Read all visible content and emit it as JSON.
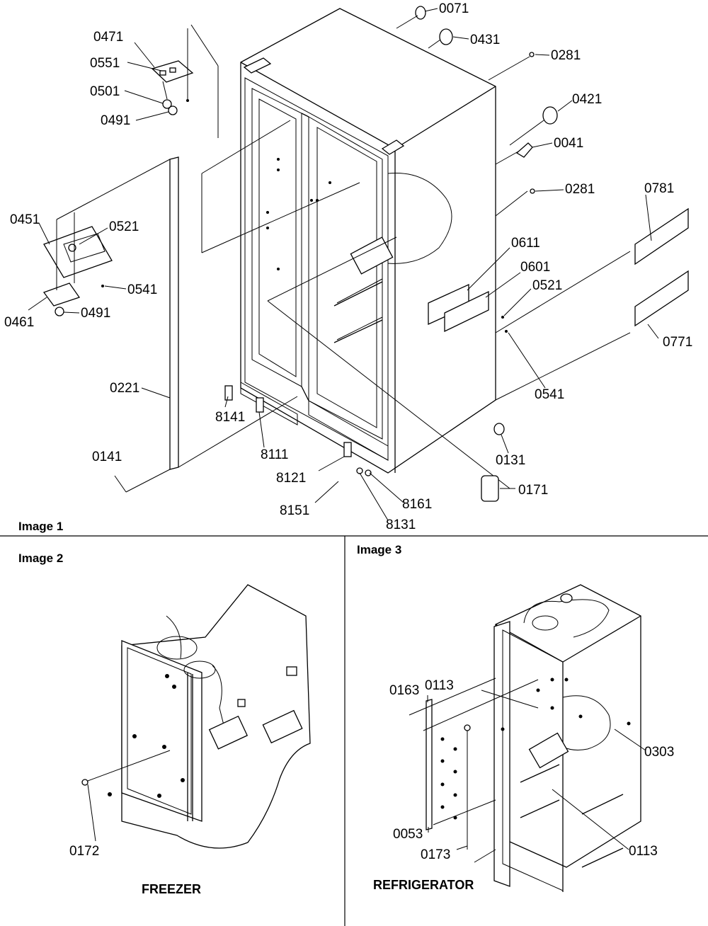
{
  "panels": {
    "image1": {
      "label": "Image 1"
    },
    "image2": {
      "label": "Image 2",
      "caption": "FREEZER"
    },
    "image3": {
      "label": "Image 3",
      "caption": "REFRIGERATOR"
    }
  },
  "callouts": {
    "c0071": "0071",
    "c0431": "0431",
    "c0281a": "0281",
    "c0421": "0421",
    "c0041": "0041",
    "c0281b": "0281",
    "c0781": "0781",
    "c0611": "0611",
    "c0601": "0601",
    "c0521b": "0521",
    "c0771": "0771",
    "c0541b": "0541",
    "c0131": "0131",
    "c0171": "0171",
    "c0471": "0471",
    "c0551": "0551",
    "c0501": "0501",
    "c0491a": "0491",
    "c0451": "0451",
    "c0521a": "0521",
    "c0541a": "0541",
    "c0461": "0461",
    "c0491b": "0491",
    "c0221": "0221",
    "c8141": "8141",
    "c8111": "8111",
    "c0141": "0141",
    "c8121": "8121",
    "c8151": "8151",
    "c8161": "8161",
    "c8131": "8131",
    "c0172": "0172",
    "c0163": "0163",
    "c0113a": "0113",
    "c0303": "0303",
    "c0053": "0053",
    "c0173": "0173",
    "c0113b": "0113"
  }
}
